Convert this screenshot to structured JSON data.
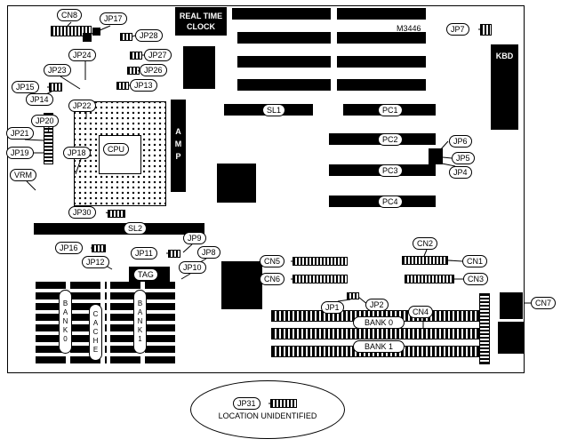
{
  "diagram": {
    "model": "M3446",
    "rtc_line1": "REAL TIME",
    "rtc_line2": "CLOCK",
    "kbd": "KBD",
    "amp": "AMP",
    "location_note": "LOCATION UNIDENTIFIED"
  },
  "labels": {
    "cn8": "CN8",
    "jp17": "JP17",
    "jp28": "JP28",
    "jp27": "JP27",
    "jp26": "JP26",
    "jp24": "JP24",
    "jp23": "JP23",
    "jp13": "JP13",
    "jp15": "JP15",
    "jp14": "JP14",
    "jp22": "JP22",
    "jp20": "JP20",
    "jp21": "JP21",
    "jp19": "JP19",
    "jp18": "JP18",
    "vrm": "VRM",
    "cpu": "CPU",
    "jp30": "JP30",
    "sl2": "SL2",
    "sl1": "SL1",
    "pc1": "PC1",
    "jp7": "JP7",
    "pc2": "PC2",
    "jp6": "JP6",
    "jp5": "JP5",
    "pc3": "PC3",
    "jp4": "JP4",
    "pc4": "PC4",
    "jp16": "JP16",
    "jp12": "JP12",
    "jp11": "JP11",
    "jp9": "JP9",
    "jp8": "JP8",
    "jp10": "JP10",
    "tag": "TAG",
    "cn5": "CN5",
    "cn6": "CN6",
    "cn2": "CN2",
    "cn1": "CN1",
    "cn3": "CN3",
    "jp1": "JP1",
    "jp2": "JP2",
    "cn4": "CN4",
    "bank0": "BANK 0",
    "bank1": "BANK 1",
    "cn7": "CN7",
    "jp31": "JP31",
    "cache_bank0": "BANK0",
    "cache": "CACHE",
    "cache_bank1": "BANK1"
  }
}
